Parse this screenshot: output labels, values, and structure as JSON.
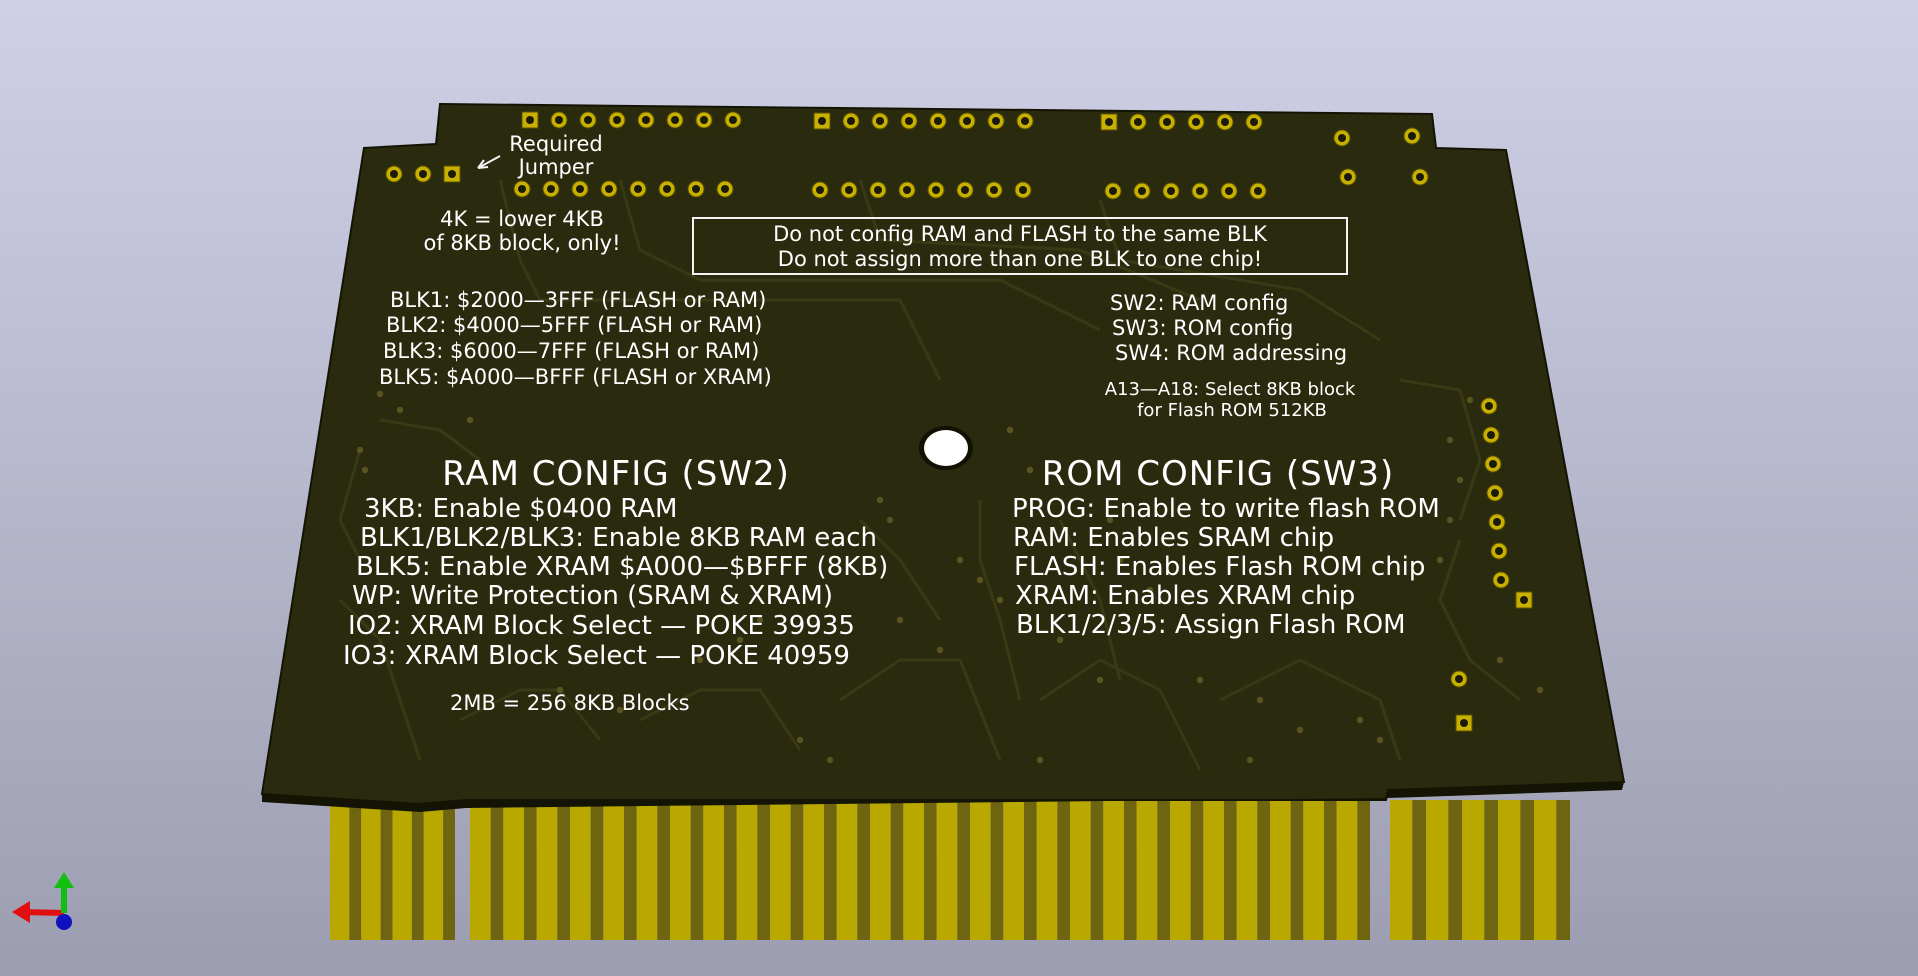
{
  "colors": {
    "background_top": "#cfd0e6",
    "background_bottom": "#9c9db0",
    "board": "#2a2a0e",
    "board_edge": "#1a1a06",
    "trace": "#3a3a14",
    "silkscreen": "#f4f4f4",
    "gold_finger": "#b9a800",
    "gold_finger_dark": "#6f6410",
    "pad_gold": "#c8b000",
    "axis_x": "#e01010",
    "axis_y": "#10c010",
    "axis_z": "#1010c0"
  },
  "board": {
    "required_jumper": [
      "Required",
      "Jumper"
    ],
    "note_4k": [
      "4K = lower 4KB",
      "of 8KB block, only!"
    ],
    "warning_box": [
      "Do not config RAM and FLASH to the same BLK",
      "Do not assign more than one BLK to one chip!"
    ],
    "blk_map": [
      "BLK1: $2000—3FFF (FLASH or RAM)",
      "BLK2: $4000—5FFF (FLASH or RAM)",
      "BLK3: $6000—7FFF (FLASH or RAM)",
      "BLK5: $A000—BFFF (FLASH or XRAM)"
    ],
    "switch_legend": [
      "SW2: RAM config",
      "SW3: ROM config",
      "SW4: ROM addressing"
    ],
    "address_note": [
      "A13—A18: Select 8KB block",
      "for Flash ROM 512KB"
    ],
    "ram_config": {
      "title": "RAM CONFIG (SW2)",
      "lines": [
        "3KB: Enable $0400 RAM",
        "BLK1/BLK2/BLK3: Enable 8KB RAM each",
        "BLK5: Enable XRAM $A000—$BFFF (8KB)",
        "WP: Write Protection (SRAM & XRAM)",
        "IO2: XRAM Block Select — POKE 39935",
        "IO3: XRAM Block Select — POKE 40959"
      ],
      "footer": "2MB = 256 8KB Blocks"
    },
    "rom_config": {
      "title": "ROM CONFIG (SW3)",
      "lines": [
        "PROG: Enable to write flash ROM",
        "RAM: Enables SRAM chip",
        "FLASH: Enables Flash ROM chip",
        "XRAM: Enables XRAM chip",
        "BLK1/2/3/5: Assign Flash ROM"
      ]
    }
  }
}
